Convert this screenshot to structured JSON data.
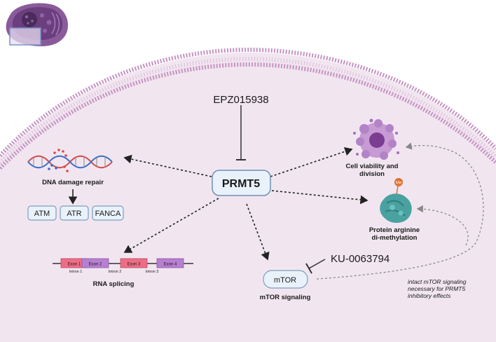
{
  "drug_epz": "EPZ015938",
  "drug_ku": "KU-0063794",
  "center_node": "PRMT5",
  "dna": {
    "label": "DNA damage repair",
    "genes": [
      "ATM",
      "ATR",
      "FANCA"
    ]
  },
  "cell": {
    "label_line1": "Cell viability and",
    "label_line2": "division"
  },
  "protein": {
    "badge": "Me",
    "label_line1": "Protein arginine",
    "label_line2": "di-methylation"
  },
  "rna": {
    "label": "RNA splicing",
    "exons": [
      "Exon 1",
      "Exon 2",
      "Exon 3",
      "Exon 4"
    ],
    "introns": [
      "Intron 1",
      "Intron 2",
      "Intron 3"
    ]
  },
  "mtor": {
    "node": "mTOR",
    "label": "mTOR signaling"
  },
  "note": {
    "line1": "intact mTOR signaling",
    "line2": "necessary for PRMT5",
    "line3": "inhibitory effects"
  },
  "colors": {
    "cytoplasm": "#f1e6f0",
    "membrane": "#c693c3",
    "node_fill": "#e9f2fb",
    "node_stroke": "#9bb7d6",
    "exon_pink": "#ee6d85",
    "exon_purple": "#b77fd1",
    "cell_purple": "#a56fbf",
    "protein_teal": "#4aa2a0",
    "methyl_orange": "#e0702c"
  }
}
